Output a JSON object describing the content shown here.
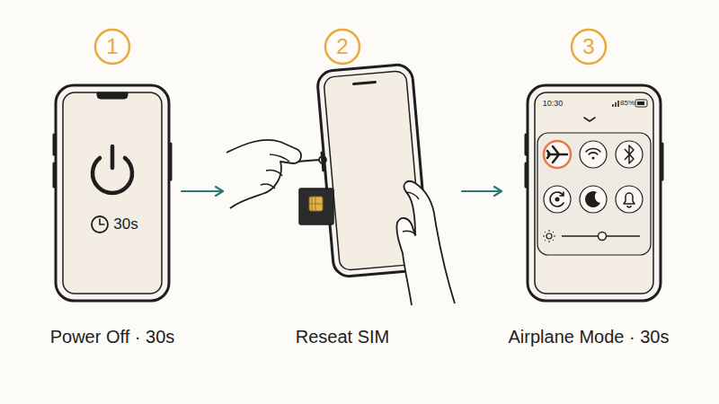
{
  "diagram": {
    "nodes": [
      {
        "text": [
          "1",
          "30s",
          "Power Off · 30s"
        ]
      },
      {
        "text": [
          "2",
          "Reseat SIM"
        ]
      },
      {
        "text": [
          "3",
          "10:30",
          "85%",
          "Airplane Mode · 30s"
        ]
      }
    ],
    "edges": [
      {
        "from": 0,
        "to": 1,
        "arrow": "to"
      },
      {
        "from": 1,
        "to": 2,
        "arrow": "to"
      }
    ]
  }
}
